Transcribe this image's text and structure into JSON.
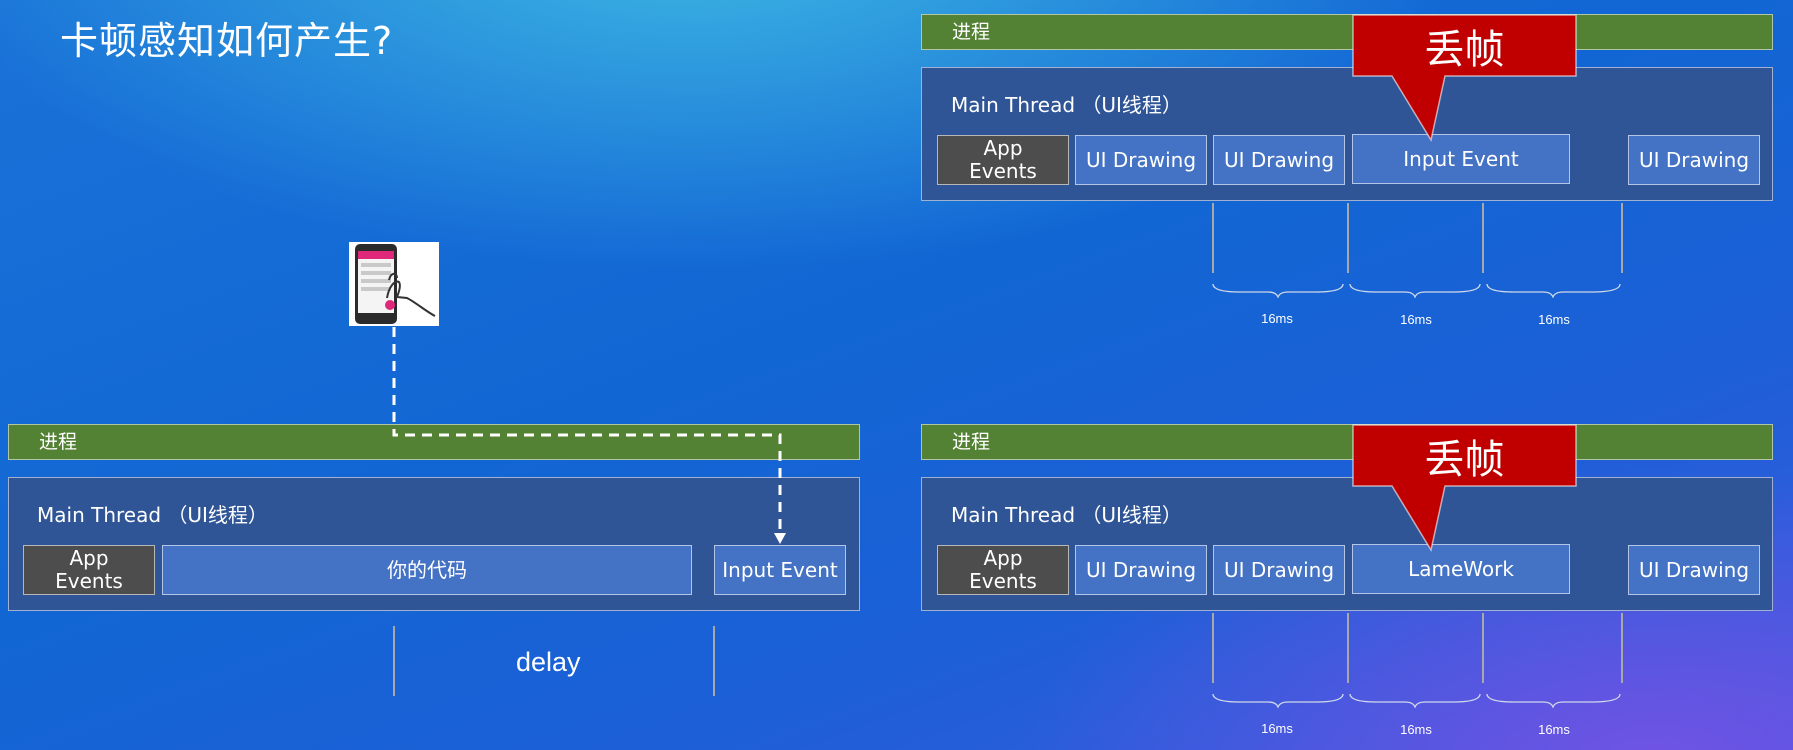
{
  "title": "卡顿感知如何产生?",
  "left_diagram": {
    "process_label": "进程",
    "thread_label": "Main Thread （UI线程）",
    "events": [
      "App Events",
      "你的代码",
      "Input Event"
    ],
    "delay_label": "delay"
  },
  "top_right_diagram": {
    "process_label": "进程",
    "thread_label": "Main Thread （UI线程）",
    "events": [
      "App Events",
      "UI Drawing",
      "UI Drawing",
      "Input Event",
      "UI Drawing"
    ],
    "callout": "丢帧",
    "frame_labels": [
      "16ms",
      "16ms",
      "16ms"
    ]
  },
  "bottom_right_diagram": {
    "process_label": "进程",
    "thread_label": "Main Thread （UI线程）",
    "events": [
      "App Events",
      "UI Drawing",
      "UI Drawing",
      "LameWork",
      "UI Drawing"
    ],
    "callout": "丢帧",
    "frame_labels": [
      "16ms",
      "16ms",
      "16ms"
    ]
  },
  "colors": {
    "process_bar": "#548235",
    "thread_box": "#2f5597",
    "event_blue": "#4472c4",
    "event_dark": "#4d4d4d",
    "callout_red": "#c00000"
  },
  "icons": [
    "phone-touch-icon"
  ]
}
